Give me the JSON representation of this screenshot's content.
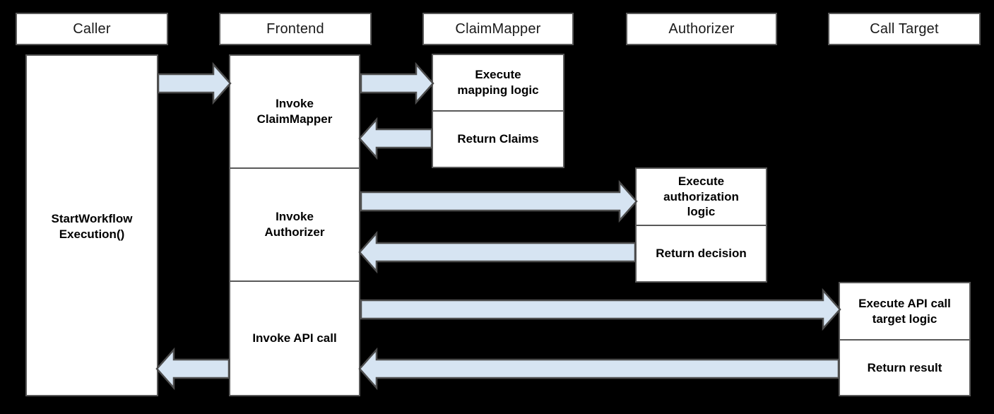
{
  "diagram": {
    "title": "Caller / Frontend / ClaimMapper / Authorizer / Call Target sequence diagram",
    "background_color": "#000000",
    "box_fill": "#ffffff",
    "box_stroke": "#595959",
    "arrow_fill": "#d6e4f2",
    "arrow_stroke": "#4d4d4d"
  },
  "lanes": [
    {
      "key": "caller",
      "label": "Caller"
    },
    {
      "key": "frontend",
      "label": "Frontend"
    },
    {
      "key": "claimmapper",
      "label": "ClaimMapper"
    },
    {
      "key": "authorizer",
      "label": "Authorizer"
    },
    {
      "key": "calltarget",
      "label": "Call Target"
    }
  ],
  "activations": {
    "caller": {
      "cells": [
        {
          "label": "StartWorkflow\nExecution()"
        }
      ]
    },
    "frontend": {
      "cells": [
        {
          "label": "Invoke\nClaimMapper"
        },
        {
          "label": "Invoke\nAuthorizer"
        },
        {
          "label": "Invoke API call"
        }
      ]
    },
    "claimmapper": {
      "cells": [
        {
          "label": "Execute\nmapping logic"
        },
        {
          "label": "Return Claims"
        }
      ]
    },
    "authorizer": {
      "cells": [
        {
          "label": "Execute\nauthorization\nlogic"
        },
        {
          "label": "Return decision"
        }
      ]
    },
    "calltarget": {
      "cells": [
        {
          "label": "Execute API call\ntarget logic"
        },
        {
          "label": "Return result"
        }
      ]
    }
  },
  "messages": [
    {
      "key": "caller-to-frontend",
      "direction": "right",
      "from": "caller",
      "to": "frontend",
      "label": ""
    },
    {
      "key": "frontend-to-claimmapper",
      "direction": "right",
      "from": "frontend",
      "to": "claimmapper",
      "label": ""
    },
    {
      "key": "claimmapper-to-frontend",
      "direction": "left",
      "from": "claimmapper",
      "to": "frontend",
      "label": ""
    },
    {
      "key": "frontend-to-authorizer",
      "direction": "right",
      "from": "frontend",
      "to": "authorizer",
      "label": ""
    },
    {
      "key": "authorizer-to-frontend",
      "direction": "left",
      "from": "authorizer",
      "to": "frontend",
      "label": ""
    },
    {
      "key": "frontend-to-calltarget",
      "direction": "right",
      "from": "frontend",
      "to": "calltarget",
      "label": ""
    },
    {
      "key": "calltarget-to-frontend",
      "direction": "left",
      "from": "calltarget",
      "to": "frontend",
      "label": ""
    },
    {
      "key": "frontend-to-caller",
      "direction": "left",
      "from": "frontend",
      "to": "caller",
      "label": ""
    }
  ]
}
